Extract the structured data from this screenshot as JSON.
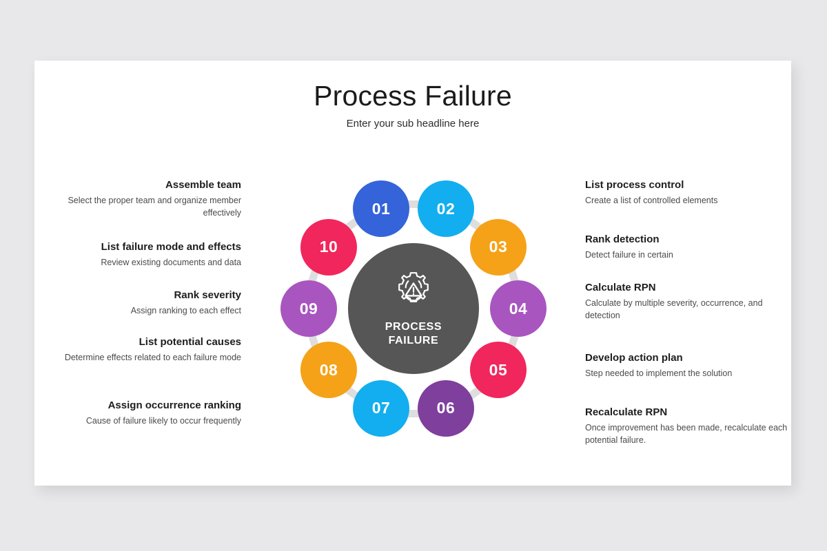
{
  "background_color": "#E8E8EA",
  "card_color": "#FFFFFF",
  "header": {
    "title": "Process Failure",
    "subtitle": "Enter your sub headline here"
  },
  "hub": {
    "icon": "gear-warning-icon",
    "line1": "PROCESS",
    "line2": "FAILURE",
    "color": "#565656"
  },
  "nodes": [
    {
      "number": "01",
      "color": "#3563D9"
    },
    {
      "number": "02",
      "color": "#13AEEF"
    },
    {
      "number": "03",
      "color": "#F5A218"
    },
    {
      "number": "04",
      "color": "#A855C0"
    },
    {
      "number": "05",
      "color": "#F1265C"
    },
    {
      "number": "06",
      "color": "#7E3F9D"
    },
    {
      "number": "07",
      "color": "#13AEEF"
    },
    {
      "number": "08",
      "color": "#F5A218"
    },
    {
      "number": "09",
      "color": "#A855C0"
    },
    {
      "number": "10",
      "color": "#F1265C"
    }
  ],
  "labels_right": [
    {
      "title": "List process control",
      "desc": "Create a list of controlled elements"
    },
    {
      "title": "Rank detection",
      "desc": "Detect failure in certain"
    },
    {
      "title": "Calculate RPN",
      "desc": "Calculate by multiple severity, occurrence, and detection"
    },
    {
      "title": "Develop action plan",
      "desc": "Step needed to implement the solution"
    },
    {
      "title": "Recalculate RPN",
      "desc": "Once improvement has been made, recalculate each potential failure."
    }
  ],
  "labels_left": [
    {
      "title": "Assemble team",
      "desc": "Select the proper team and organize member effectively"
    },
    {
      "title": "List failure mode and effects",
      "desc": "Review existing documents and data"
    },
    {
      "title": "Rank severity",
      "desc": "Assign ranking to each effect"
    },
    {
      "title": "List potential causes",
      "desc": "Determine effects related to each failure mode"
    },
    {
      "title": "Assign occurrence ranking",
      "desc": "Cause of failure likely to occur frequently"
    }
  ]
}
